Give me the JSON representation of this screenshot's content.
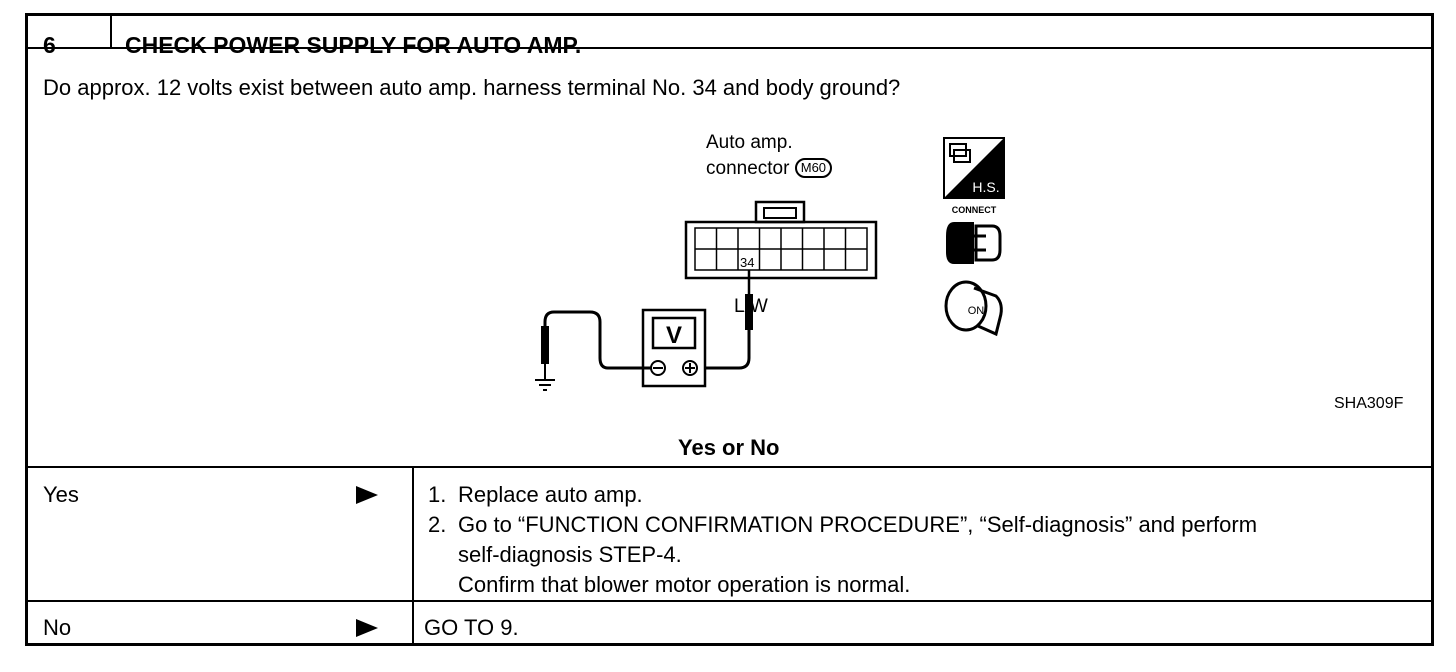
{
  "header": {
    "step_number": "6",
    "title": "CHECK POWER SUPPLY FOR AUTO AMP."
  },
  "question": "Do approx. 12 volts exist between auto amp. harness terminal No. 34 and body ground?",
  "figure": {
    "connector_label_line1": "Auto amp.",
    "connector_label_line2": "connector",
    "connector_id": "M60",
    "terminal_number": "34",
    "wire_color": "L/W",
    "meter_label": "V",
    "hs_badge": "H.S.",
    "connect_label": "CONNECT",
    "ignition_label": "ON",
    "figure_code": "SHA309F"
  },
  "decision_label": "Yes or No",
  "results": {
    "yes": {
      "label": "Yes",
      "steps": [
        {
          "num": "1.",
          "text": "Replace auto amp."
        },
        {
          "num": "2.",
          "text": "Go to “FUNCTION CONFIRMATION PROCEDURE”, “Self-diagnosis” and perform"
        },
        {
          "num": "",
          "text": "self-diagnosis STEP-4."
        },
        {
          "num": "",
          "text": "Confirm that blower motor operation is normal."
        }
      ]
    },
    "no": {
      "label": "No",
      "action": "GO TO 9."
    }
  }
}
